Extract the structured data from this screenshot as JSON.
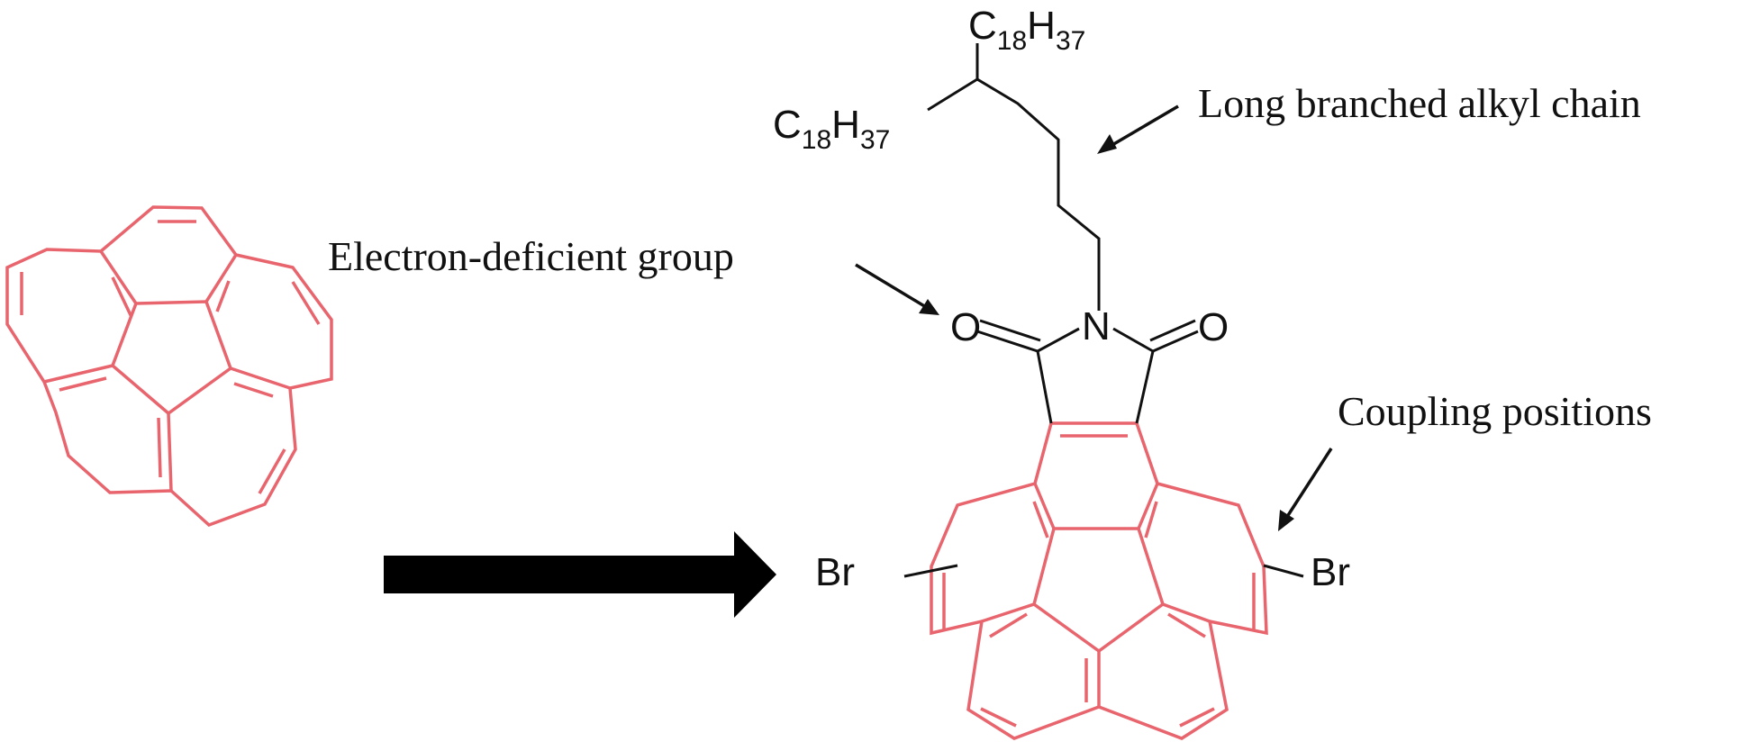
{
  "annotations": {
    "alkyl": "Long branched alkyl chain",
    "electron": "Electron-deficient group",
    "coupling": "Coupling positions"
  },
  "chem": {
    "c_sym": "C",
    "c_sub": "18",
    "h_sym": "H",
    "h_sub": "37",
    "n_atom": "N",
    "o_atom": "O",
    "br_atom": "Br"
  },
  "colors": {
    "core": "#e8656e",
    "ink": "#111111"
  }
}
